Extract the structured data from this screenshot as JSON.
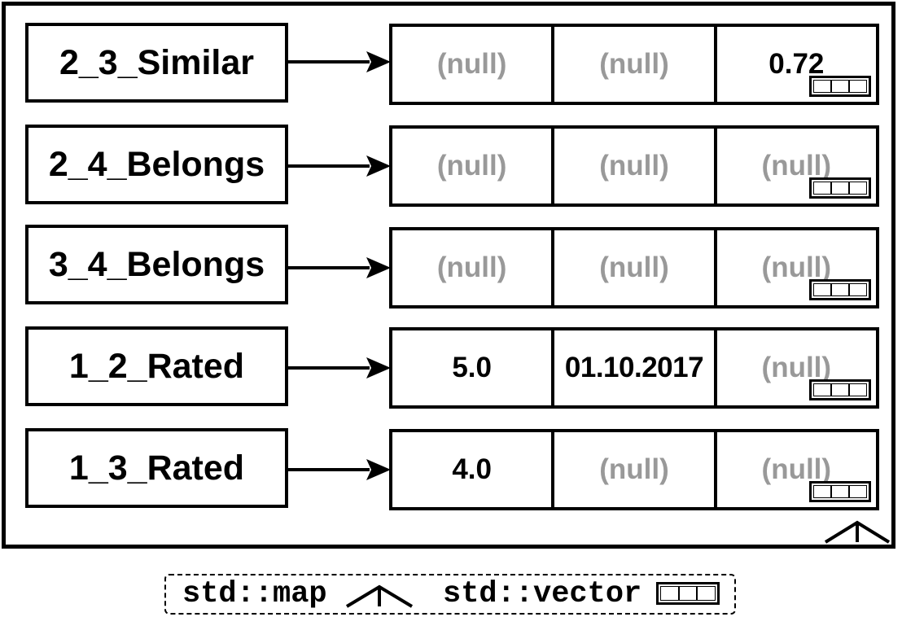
{
  "entries": [
    {
      "key": "2_3_Similar",
      "cells": [
        "(null)",
        "(null)",
        "0.72"
      ]
    },
    {
      "key": "2_4_Belongs",
      "cells": [
        "(null)",
        "(null)",
        "(null)"
      ]
    },
    {
      "key": "3_4_Belongs",
      "cells": [
        "(null)",
        "(null)",
        "(null)"
      ]
    },
    {
      "key": "1_2_Rated",
      "cells": [
        "5.0",
        "01.10.2017",
        "(null)"
      ]
    },
    {
      "key": "1_3_Rated",
      "cells": [
        "4.0",
        "(null)",
        "(null)"
      ]
    }
  ],
  "legend": {
    "map_label": "std::map",
    "vector_label": "std::vector",
    "map_icon": "map-icon",
    "vector_icon": "vector-icon"
  },
  "colors": {
    "null_text": "#999999",
    "value_text": "#000000",
    "border": "#000000"
  }
}
